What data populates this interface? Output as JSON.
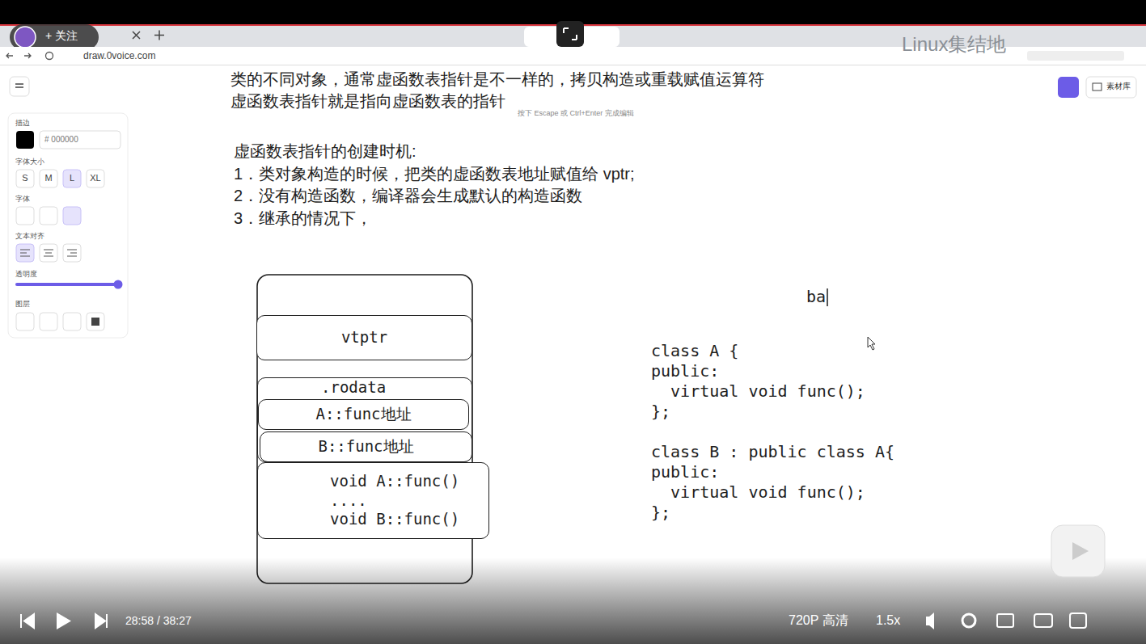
{
  "diagram": {
    "nodes": [
      {
        "text": [
          "vtptr"
        ]
      },
      {
        "text": [
          ".rodata"
        ]
      },
      {
        "text": [
          "A::func地址"
        ],
        "in": 1
      },
      {
        "text": [
          "B::func地址"
        ],
        "in": 1
      },
      {
        "text": [
          "void A::func()",
          "....",
          "void B::func()"
        ]
      }
    ],
    "labels": [
      "类的不同对象，通常虚函数表指针是不一样的，拷贝构造或重载赋值运算符",
      "虚函数表指针就是指向虚函数表的指针",
      "按下 Escape 或 Ctrl+Enter 完成编辑",
      "虚函数表指针的创建时机:",
      "1．类对象构造的时候，把类的虚函数表地址赋值给 vptr;",
      "2．没有构造函数，编译器会生成默认的构造函数",
      "3．继承的情况下，",
      "ba",
      "class A {",
      "public:",
      "  virtual void func();",
      "};",
      "class B : public class A{",
      "public:",
      "  virtual void func();",
      "};",
      "+ 关注",
      "draw.0voice.com",
      "Linux集结地",
      "描边",
      "# 000000",
      "字体大小",
      "S",
      "M",
      "L",
      "XL",
      "字体",
      "文本对齐",
      "透明度",
      "图层",
      "素材库",
      "28:58 / 38:27",
      "720P 高清",
      "1.5x"
    ]
  }
}
